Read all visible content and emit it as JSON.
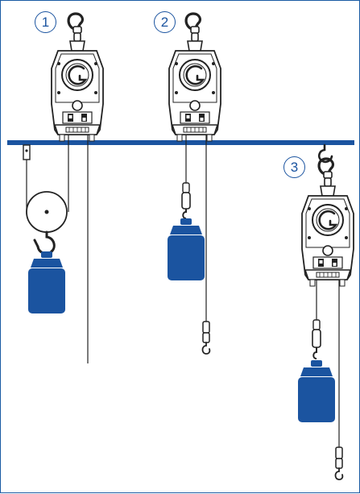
{
  "diagram": {
    "colors": {
      "accent": "#1b54a0",
      "frame": "#1a5aa3",
      "line": "#222222",
      "housing": "#ffffff"
    },
    "configurations": [
      {
        "number": "1",
        "icon": "pulley-hoist-with-weight-icon"
      },
      {
        "number": "2",
        "icon": "ceiling-mounted-hoist-with-weight-icon"
      },
      {
        "number": "3",
        "icon": "suspended-hoist-with-weight-icon"
      }
    ],
    "logo_letter": "G"
  }
}
